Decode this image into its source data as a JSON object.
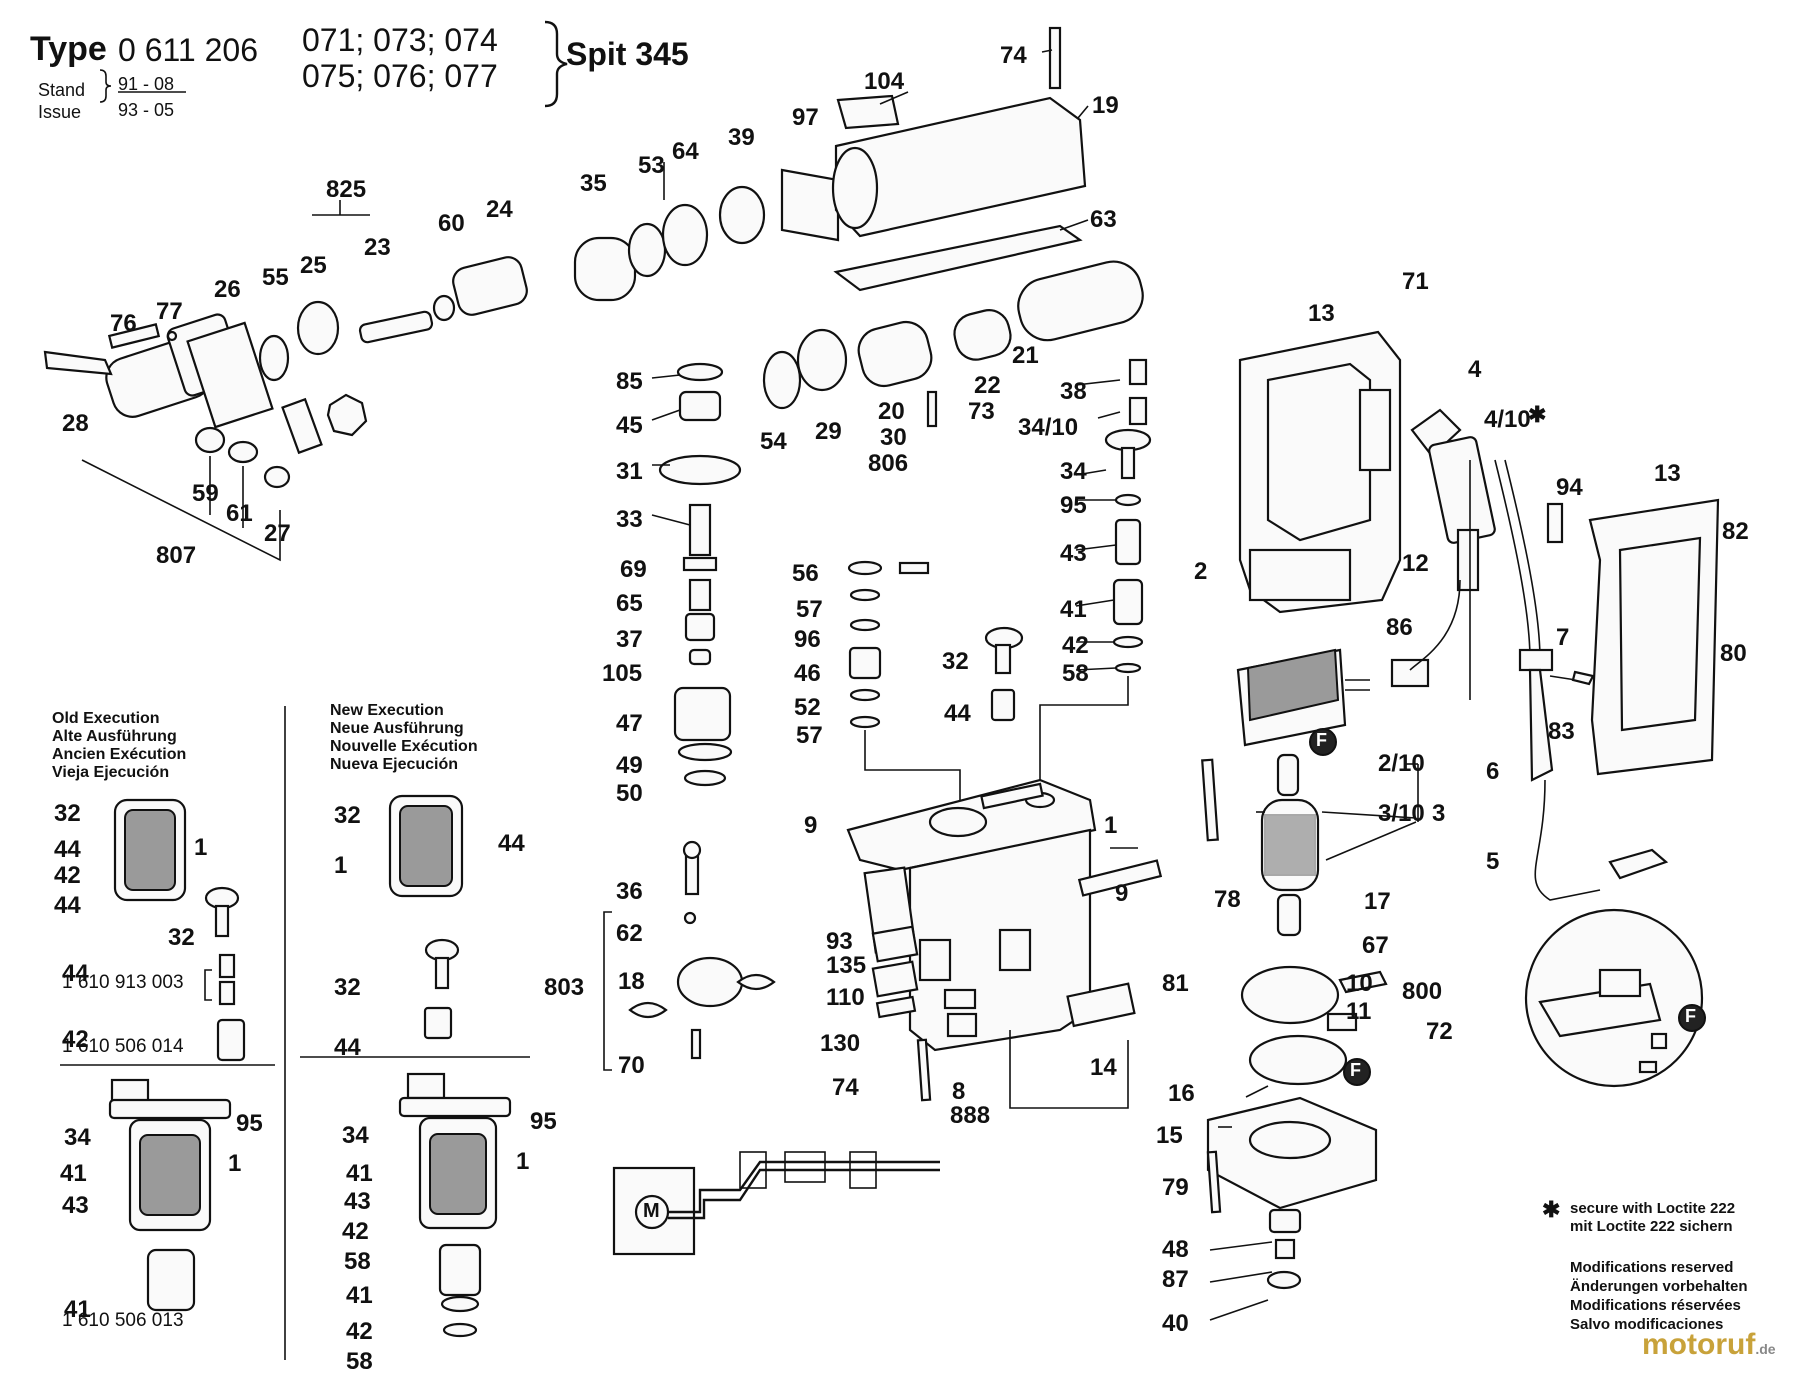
{
  "header": {
    "type_word": "Type",
    "type_number": "0 611 206",
    "variants_line1": "071; 073; 074",
    "variants_line2": "075; 076; 077",
    "model": "Spit 345",
    "stand_label": "Stand",
    "issue_label": "Issue",
    "stand_value": "91 - 08",
    "issue_value": "93 - 05"
  },
  "sections": {
    "old_execution": [
      "Old Execution",
      "Alte Ausführung",
      "Ancien Exécution",
      "Vieja Ejecución"
    ],
    "new_execution": [
      "New Execution",
      "Neue Ausführung",
      "Nouvelle Exécution",
      "Nueva Ejecución"
    ]
  },
  "part_numbers": {
    "p44": "1 610 913 003",
    "p42": "1 610 506 014",
    "p41": "1 610 506 013"
  },
  "notes": {
    "loctite": [
      "secure with Loctite 222",
      "mit Loctite 222 sichern"
    ],
    "modifications": [
      "Modifications reserved",
      "Änderungen vorbehalten",
      "Modifications réservées",
      "Salvo modificaciones"
    ],
    "watermark": "motoruf",
    "watermark_suffix": ".de",
    "star": "✱",
    "motor_symbol": "M",
    "f_marker": "F"
  },
  "callouts": [
    "74",
    "104",
    "19",
    "97",
    "39",
    "64",
    "53",
    "35",
    "24",
    "60",
    "23",
    "25",
    "825",
    "55",
    "26",
    "77",
    "76",
    "28",
    "59",
    "61",
    "27",
    "807",
    "63",
    "85",
    "45",
    "31",
    "33",
    "69",
    "65",
    "37",
    "105",
    "47",
    "49",
    "50",
    "54",
    "29",
    "20",
    "30",
    "806",
    "22",
    "73",
    "21",
    "38",
    "34/10",
    "34",
    "95",
    "43",
    "41",
    "42",
    "58",
    "56",
    "57",
    "96",
    "46",
    "52",
    "57",
    "32",
    "44",
    "9",
    "1",
    "36",
    "62",
    "803",
    "18",
    "70",
    "93",
    "135",
    "110",
    "130",
    "74",
    "8",
    "888",
    "9",
    "81",
    "14",
    "13",
    "71",
    "4",
    "4/10",
    "2",
    "86",
    "12",
    "7",
    "80",
    "83",
    "94",
    "13",
    "82",
    "2/10",
    "3/10",
    "3",
    "6",
    "5",
    "78",
    "17",
    "67",
    "10",
    "800",
    "11",
    "72",
    "16",
    "15",
    "79",
    "48",
    "87",
    "40",
    "32",
    "44",
    "42",
    "44",
    "1",
    "32",
    "44",
    "42",
    "34",
    "95",
    "41",
    "1",
    "43",
    "41",
    "32",
    "1",
    "44",
    "32",
    "44",
    "34",
    "95",
    "41",
    "1",
    "43",
    "42",
    "58",
    "41",
    "42",
    "58"
  ]
}
